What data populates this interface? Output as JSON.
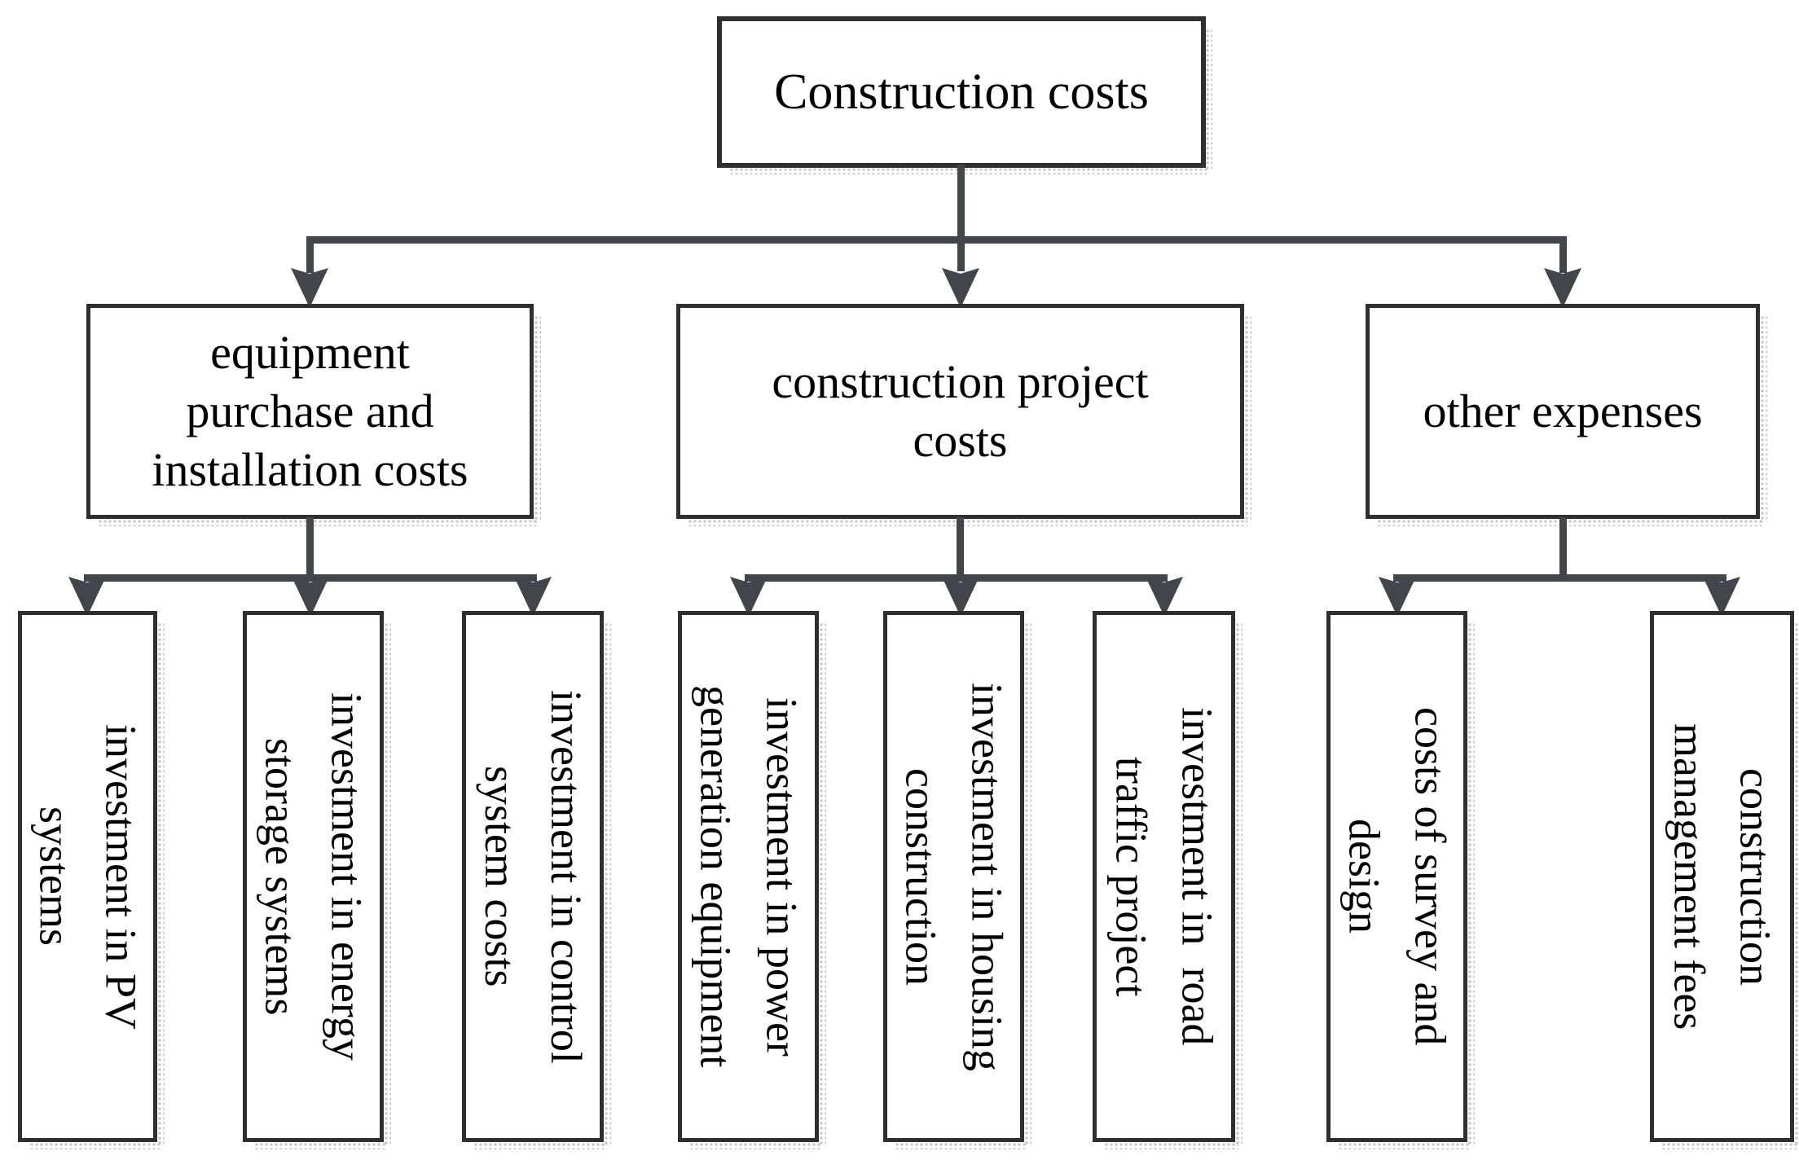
{
  "figure": {
    "type": "hierarchy-diagram",
    "title": "Construction costs"
  },
  "colors": {
    "line": "#42464a",
    "border": "#2f2f2f",
    "shadow": "#c9c9c9",
    "text": "#000000",
    "background": "#ffffff"
  },
  "tree": {
    "root": {
      "lines": [
        "Construction costs"
      ]
    },
    "branches": [
      {
        "lines": [
          "equipment",
          "purchase and",
          "installation costs"
        ],
        "children": [
          {
            "lines": [
              "investment in PV",
              "systems"
            ]
          },
          {
            "lines": [
              "investment in energy",
              "storage systems"
            ]
          },
          {
            "lines": [
              "investment in control",
              "system costs"
            ]
          }
        ]
      },
      {
        "lines": [
          "construction project",
          "costs"
        ],
        "children": [
          {
            "lines": [
              "investment in power",
              "generation equipment"
            ]
          },
          {
            "lines": [
              "investment in housing",
              "construction"
            ]
          },
          {
            "lines": [
              "investment in  road",
              "traffic project"
            ]
          }
        ]
      },
      {
        "lines": [
          "other expenses"
        ],
        "children": [
          {
            "lines": [
              "costs of survey and",
              "design"
            ]
          },
          {
            "lines": [
              "construction",
              "management fees"
            ]
          }
        ]
      }
    ]
  }
}
